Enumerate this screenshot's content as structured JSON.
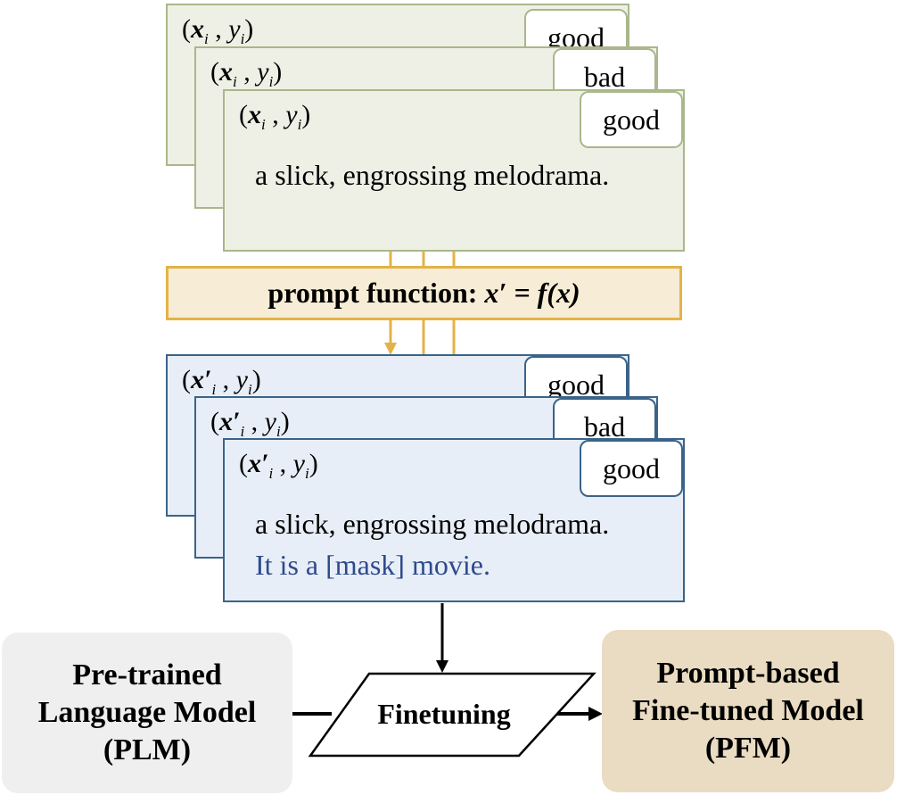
{
  "original_examples": [
    {
      "hdr_x": "x",
      "hdr_sub": "i",
      "hdr_y": "y",
      "label": "good"
    },
    {
      "hdr_x": "x",
      "hdr_sub": "i",
      "hdr_y": "y",
      "label": "bad"
    },
    {
      "hdr_x": "x",
      "hdr_sub": "i",
      "hdr_y": "y",
      "label": "good",
      "sentence": "a slick, engrossing melodrama."
    }
  ],
  "prompt_function": {
    "label": "prompt function:",
    "formula_lhs": "x′ =",
    "formula_rhs": "f(x)"
  },
  "prompted_examples": [
    {
      "hdr_x": "x′",
      "hdr_sub": "i",
      "hdr_y": "y",
      "label": "good"
    },
    {
      "hdr_x": "x′",
      "hdr_sub": "i",
      "hdr_y": "y",
      "label": "bad"
    },
    {
      "hdr_x": "x′",
      "hdr_sub": "i",
      "hdr_y": "y",
      "label": "good",
      "sentence": "a slick, engrossing melodrama.",
      "template": "It is a [mask] movie."
    }
  ],
  "plm": {
    "line1": "Pre-trained",
    "line2": "Language Model",
    "line3": "(PLM)"
  },
  "finetuning": {
    "label": "Finetuning"
  },
  "pfm": {
    "line1": "Prompt-based",
    "line2": "Fine-tuned Model",
    "line3": "(PFM)"
  },
  "colors": {
    "arrow_gold": "#e3b347",
    "original_border": "#a9b78a",
    "prompted_border": "#3a6389",
    "template_text": "#2e4a8c"
  }
}
